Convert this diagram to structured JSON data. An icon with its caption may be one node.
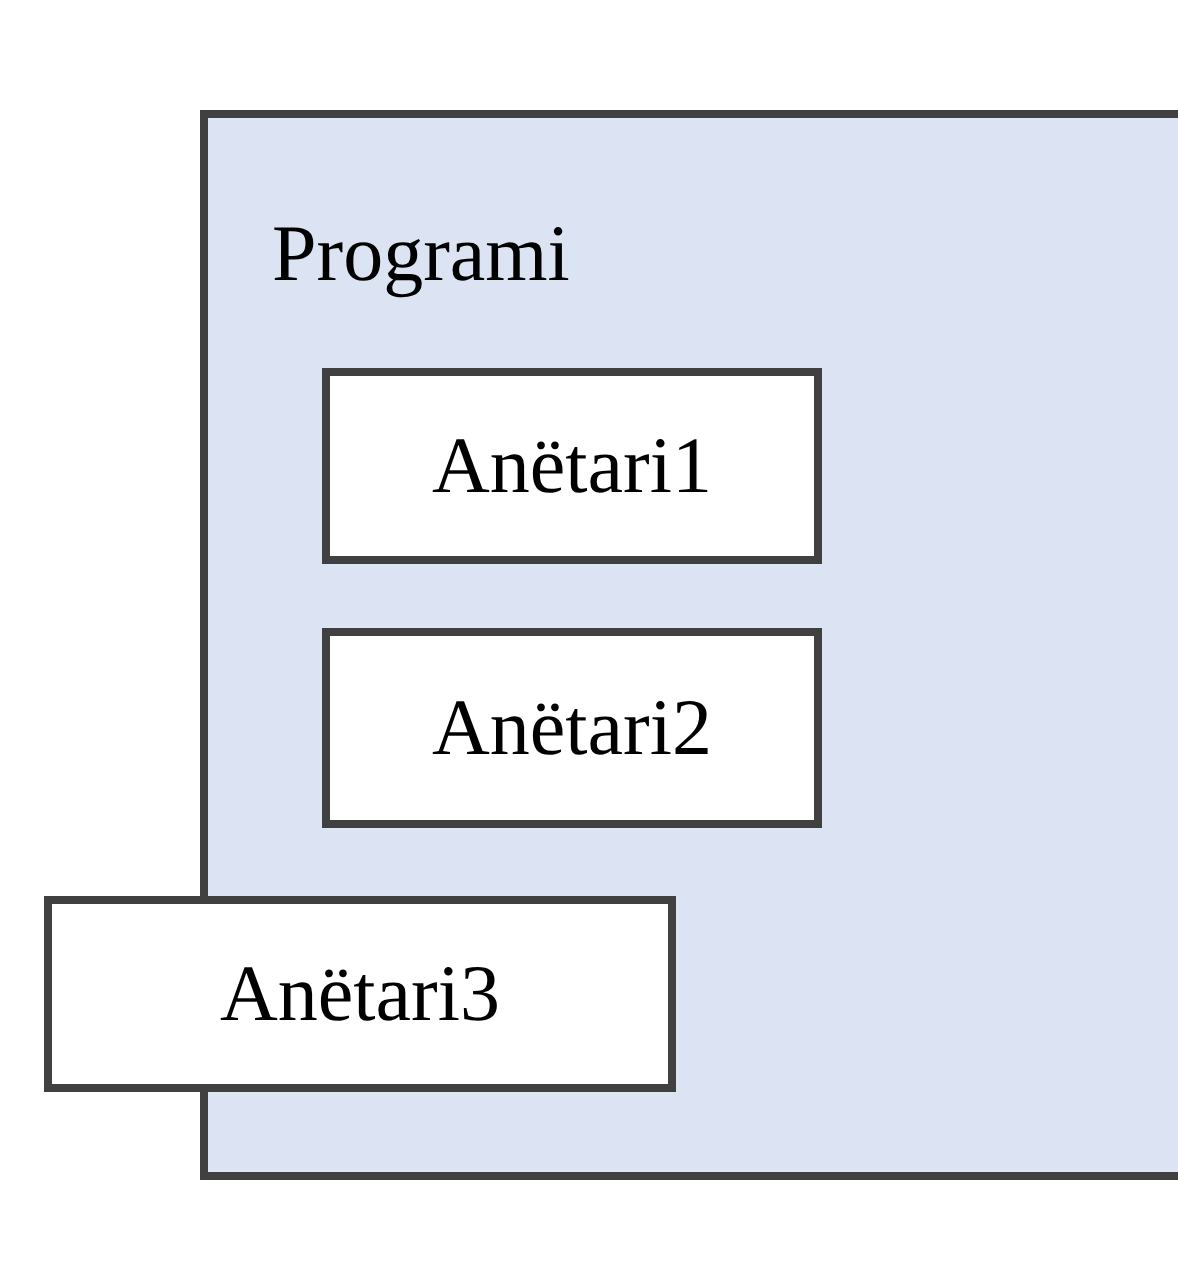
{
  "diagram": {
    "nodes": [
      {
        "text": [
          "Programi"
        ]
      },
      {
        "text": [
          "Anëtari1"
        ],
        "in": 0
      },
      {
        "text": [
          "Anëtari2"
        ],
        "in": 0
      },
      {
        "text": [
          "Anëtari3"
        ]
      }
    ]
  }
}
